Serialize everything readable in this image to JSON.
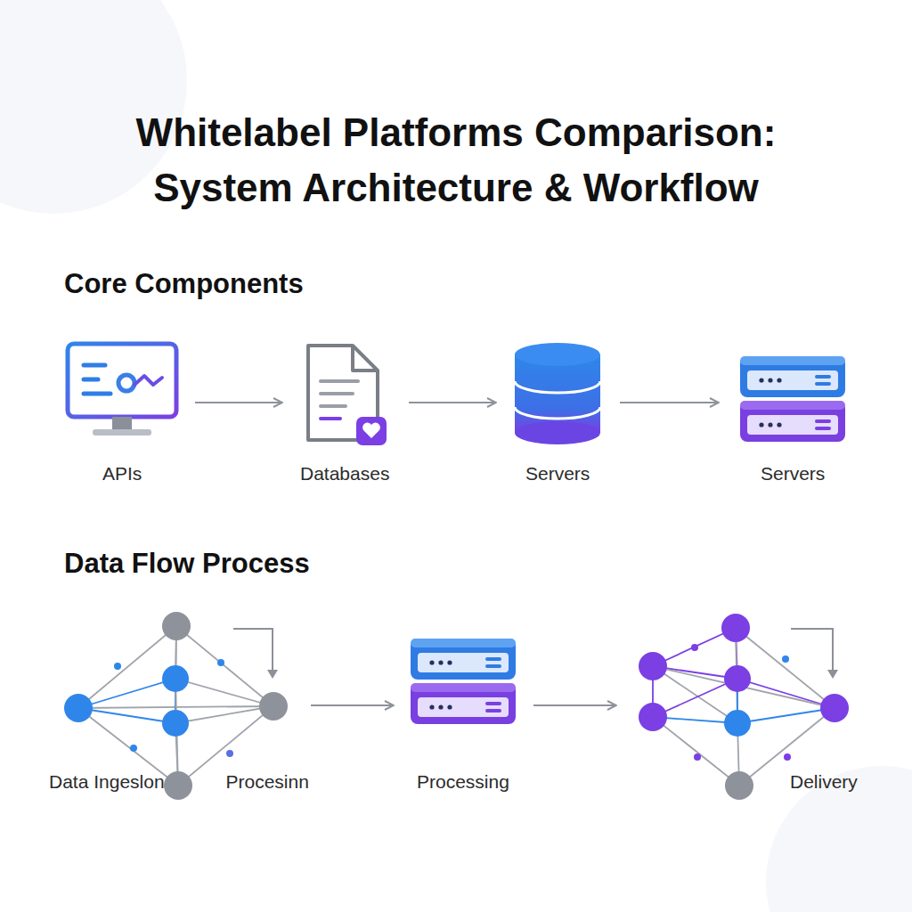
{
  "diagram": {
    "title": "Whitelabel Platforms Comparison: System Architecture & Workflow",
    "nodes": [
      {
        "text": [
          "APIs"
        ]
      },
      {
        "text": [
          "Databases"
        ]
      },
      {
        "text": [
          "Servers"
        ]
      },
      {
        "text": [
          "Servers"
        ]
      },
      {
        "text": [
          "Data Ingeslon",
          "Procesinn"
        ]
      },
      {
        "text": [
          "Processing"
        ]
      },
      {
        "text": [
          "Delivery"
        ]
      }
    ],
    "edges": [
      {
        "from": 0,
        "to": 1,
        "arrow": "to"
      },
      {
        "from": 1,
        "to": 2,
        "arrow": "to"
      },
      {
        "from": 2,
        "to": 3,
        "arrow": "to"
      },
      {
        "from": 4,
        "to": 5,
        "arrow": "to"
      },
      {
        "from": 5,
        "to": 6,
        "arrow": "to"
      }
    ],
    "labels": [
      "Core Components",
      "Data Flow Process"
    ]
  }
}
